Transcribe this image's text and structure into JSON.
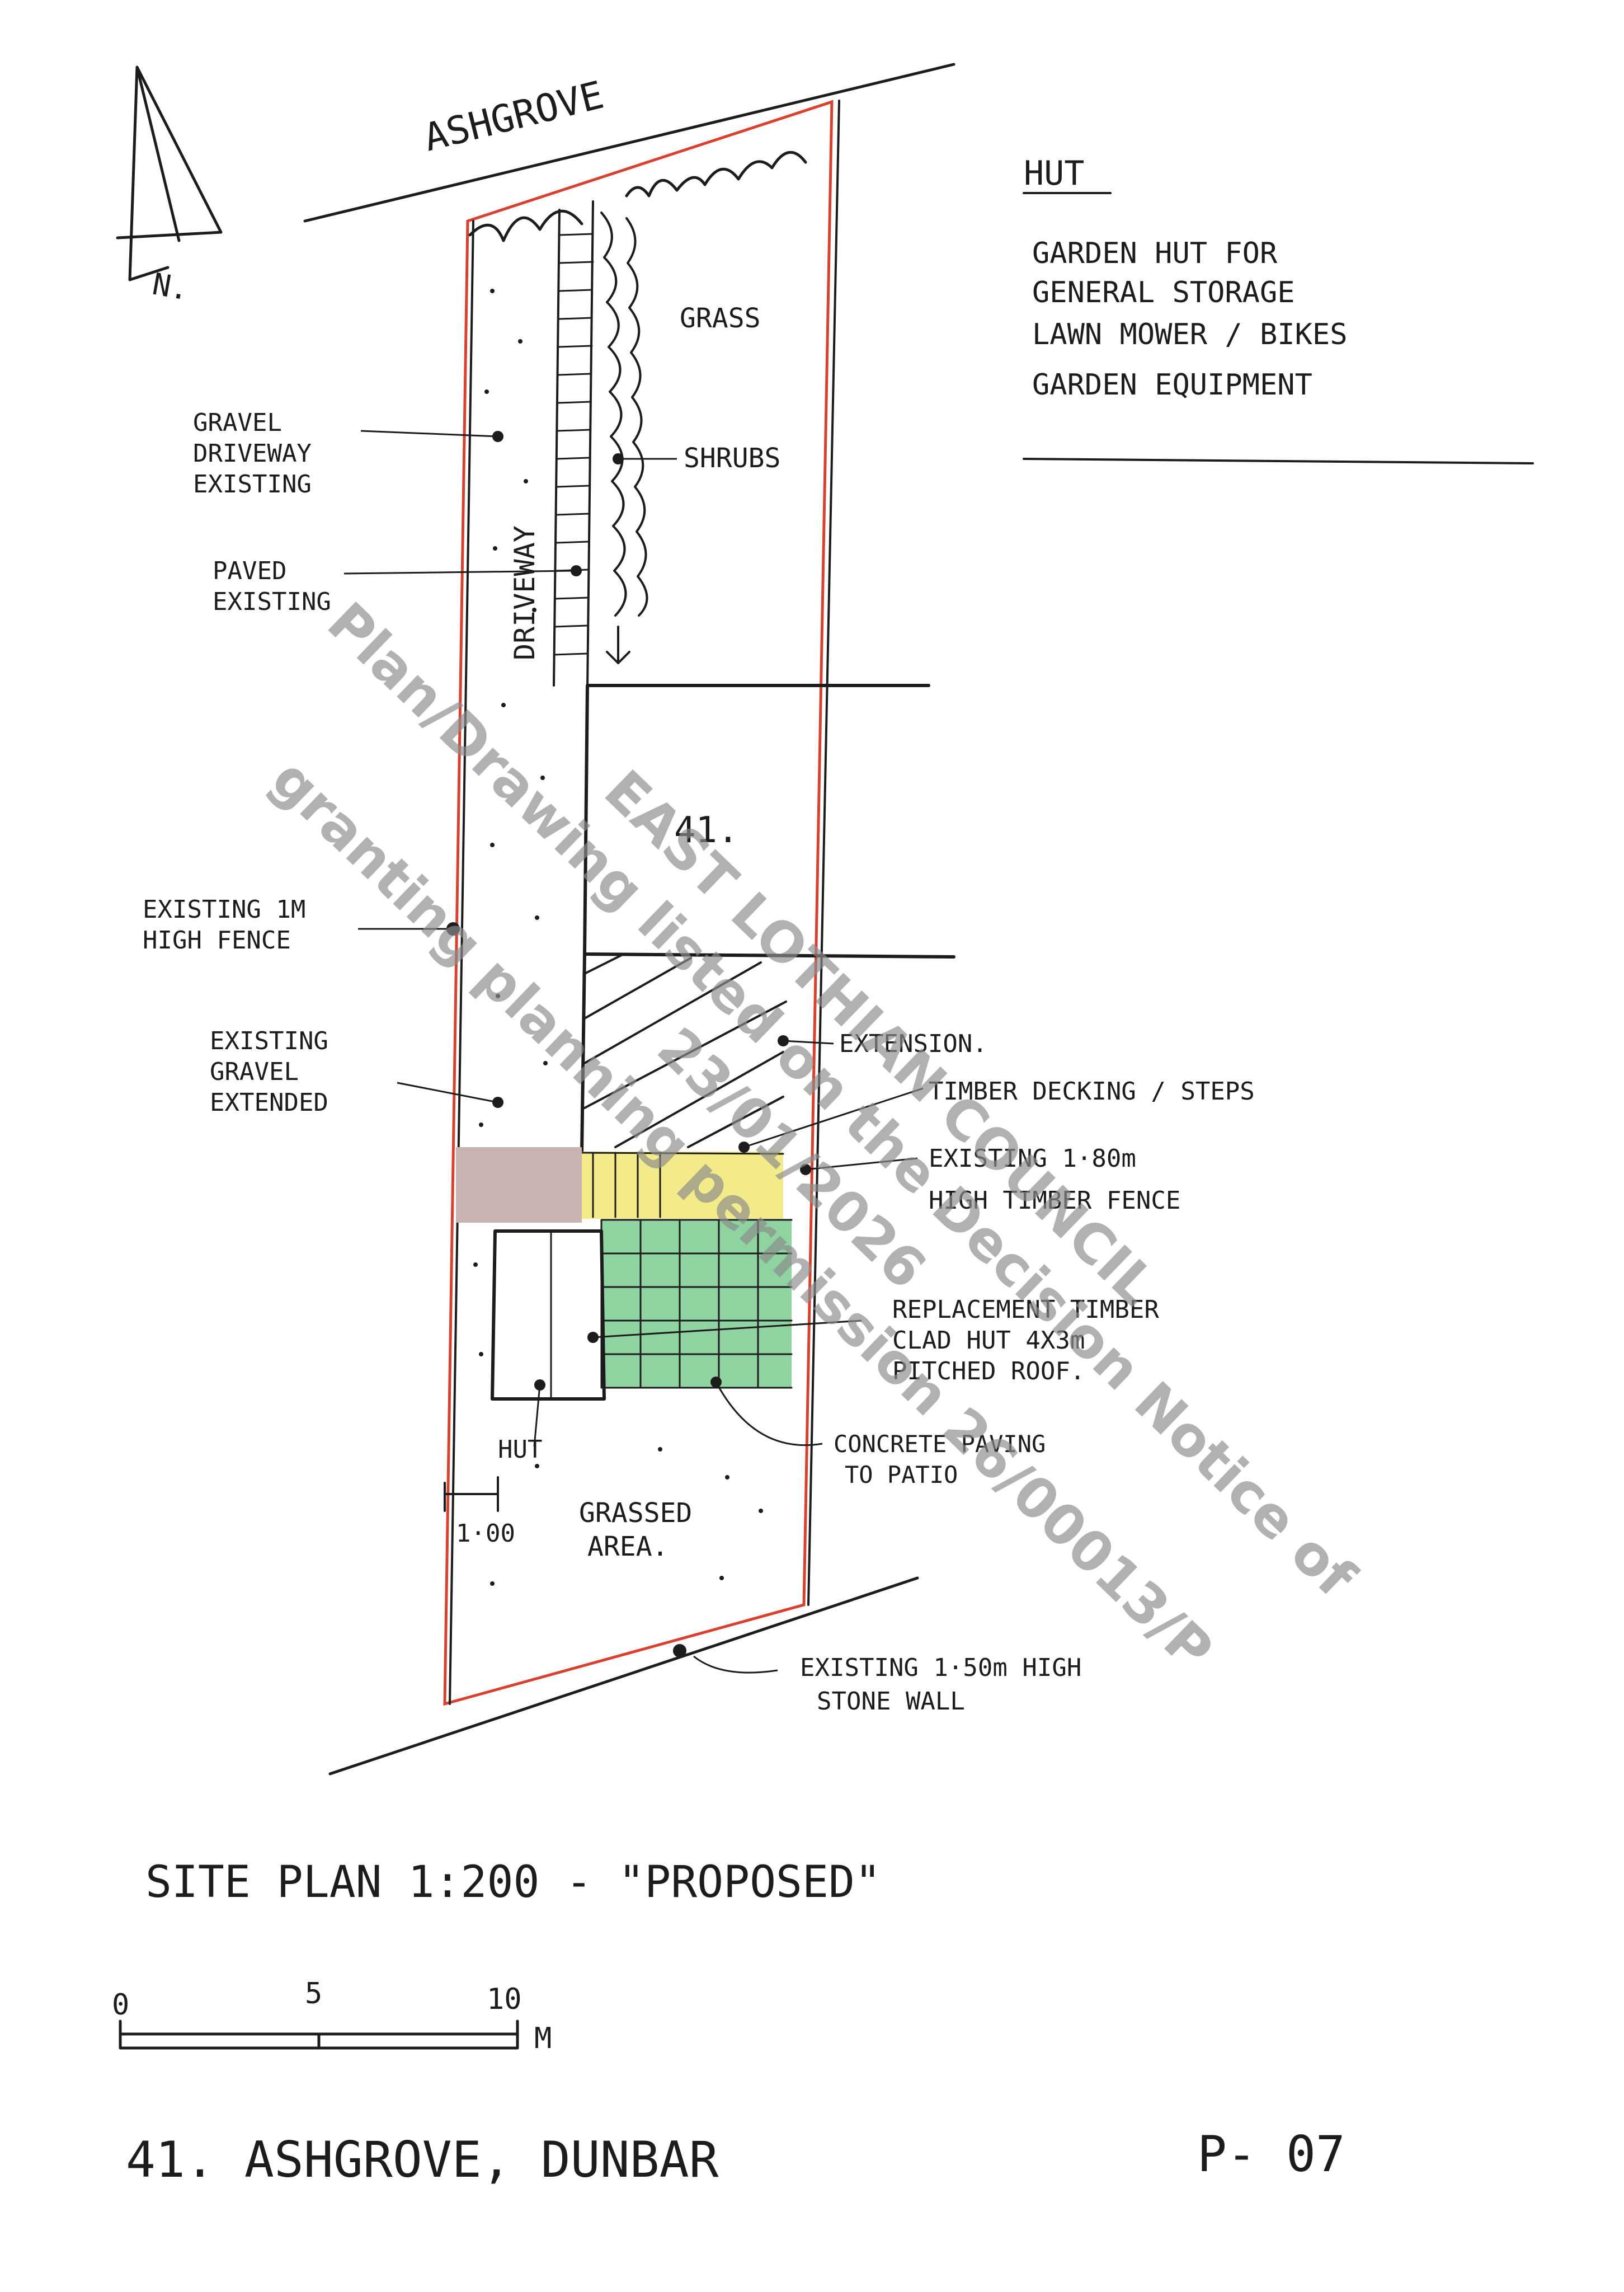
{
  "street_name": "ASHGROVE",
  "north_label": "N.",
  "hut_note": {
    "title": "HUT",
    "lines": [
      "GARDEN HUT FOR",
      "GENERAL STORAGE",
      "LAWN MOWER / BIKES",
      "GARDEN EQUIPMENT"
    ]
  },
  "labels": {
    "grass": "GRASS",
    "shrubs": "SHRUBS",
    "driveway": "DRIVEWAY",
    "gravel_driveway": [
      "GRAVEL",
      "DRIVEWAY",
      "EXISTING"
    ],
    "paved": [
      "PAVED",
      "EXISTING"
    ],
    "house_number": "41.",
    "fence_1m": [
      "EXISTING 1M",
      "HIGH FENCE"
    ],
    "gravel_extended": [
      "EXISTING",
      "GRAVEL",
      "EXTENDED"
    ],
    "extension": "EXTENSION.",
    "decking": "TIMBER DECKING / STEPS",
    "fence_180": [
      "EXISTING 1·80m",
      "HIGH TIMBER FENCE"
    ],
    "replacement_hut": [
      "REPLACEMENT TIMBER",
      "CLAD HUT 4X3m",
      "PITCHED ROOF."
    ],
    "hut": "HUT",
    "dimension": "1·00",
    "grassed_area": [
      "GRASSED",
      "AREA."
    ],
    "concrete": [
      "CONCRETE PAVING",
      "TO PATIO"
    ],
    "stone_wall": [
      "EXISTING 1·50m HIGH",
      "STONE WALL"
    ]
  },
  "plan_title": "SITE PLAN 1:200 - \"PROPOSED\"",
  "scale_bar": {
    "ticks": [
      "0",
      "5",
      "10"
    ],
    "unit": "M"
  },
  "address": "41. ASHGROVE, DUNBAR",
  "drawing_number": "P- 07",
  "watermark": [
    "EAST LOTHIAN COUNCIL",
    "Plan/Drawing listed on the Decision Notice of",
    "granting planning permission 26/00013/P",
    "23/01/2026"
  ],
  "colors": {
    "boundary": "#d8412e",
    "patio": "#8fd3a0",
    "decking": "#f3ea8a",
    "gravel_band": "#c9b2b2",
    "watermark": "#8c8c8c"
  }
}
